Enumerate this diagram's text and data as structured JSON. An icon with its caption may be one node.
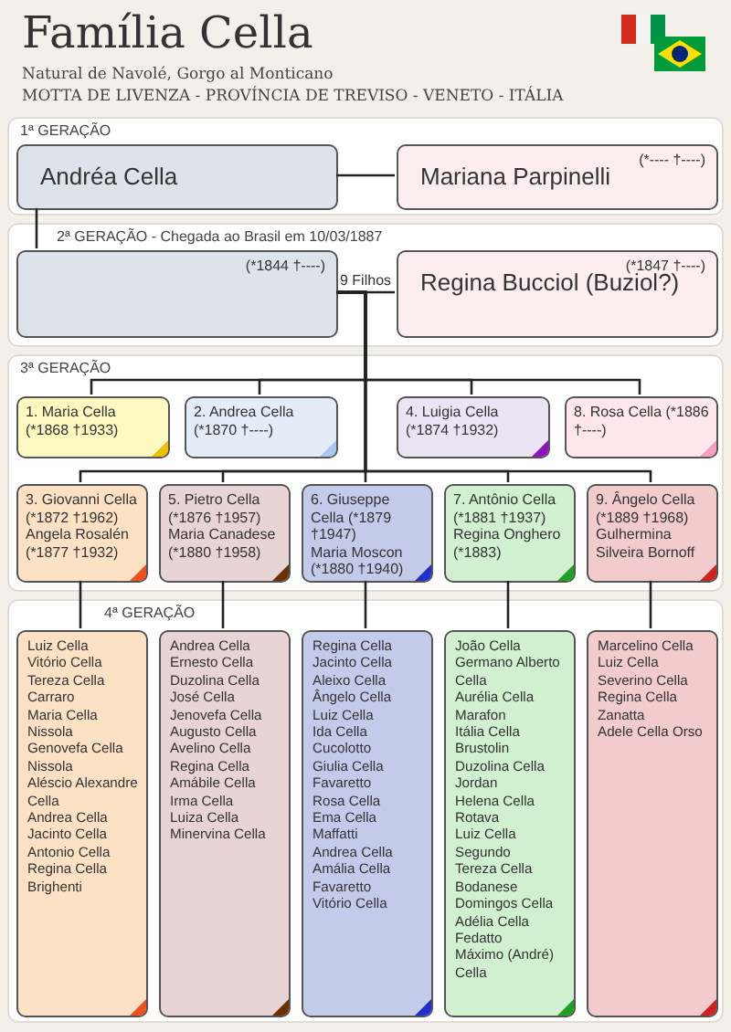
{
  "diagram": {
    "title": "Família Cella",
    "nodes": [
      {
        "text": [
          "1ª GERAÇÃO"
        ]
      },
      {
        "text": [
          "Andréa Cella"
        ],
        "in": 0
      },
      {
        "text": [
          "(*---- †----)",
          "Mariana Parpinelli"
        ],
        "in": 0
      },
      {
        "text": [
          "2ª GERAÇÃO - Chegada ao Brasil em 10/03/1887"
        ]
      },
      {
        "text": [
          "(*1844 †----)"
        ],
        "in": 3
      },
      {
        "text": [
          "(*1847 †----)",
          "Regina Bucciol (Buziol?)"
        ],
        "in": 3
      },
      {
        "text": [
          "3ª GERAÇÃO"
        ]
      },
      {
        "text": [
          "1. Maria Cella (*1868 †1933)"
        ],
        "in": 6
      },
      {
        "text": [
          "2. Andrea Cella (*1870 †----)"
        ],
        "in": 6
      },
      {
        "text": [
          "4. Luigia Cella (*1874 †1932)"
        ],
        "in": 6
      },
      {
        "text": [
          "8. Rosa Cella (*1886 †----)"
        ],
        "in": 6
      },
      {
        "text": [
          "3. Giovanni Cella (*1872 †1962)",
          "Angela Rosalén (*1877 †1932)"
        ],
        "in": 6
      },
      {
        "text": [
          "5. Pietro Cella (*1876 †1957)",
          "Maria Canadese (*1880 †1958)"
        ],
        "in": 6
      },
      {
        "text": [
          "6. Giuseppe Cella (*1879 †1947)",
          "Maria Moscon (*1880 †1940)"
        ],
        "in": 6
      },
      {
        "text": [
          "7. Antônio Cella (*1881 †1937)",
          "Regina Onghero (*1883)"
        ],
        "in": 6
      },
      {
        "text": [
          "9. Ângelo Cella (*1889 †1968)",
          "Gulhermina Silveira Bornoff"
        ],
        "in": 6
      },
      {
        "text": [
          "4ª GERAÇÃO"
        ]
      },
      {
        "text": [
          "Luiz Cella",
          "Vitório Cella",
          "Tereza Cella Carraro",
          "Maria Cella Nissola",
          "Genovefa Cella Nissola",
          "Aléscio Alexandre Cella",
          "Andrea Cella",
          "Jacinto Cella",
          "Antonio Cella",
          "Regina Cella Brighenti"
        ],
        "in": 16
      },
      {
        "text": [
          "Andrea Cella",
          "Ernesto Cella",
          "Duzolina Cella",
          "José Cella",
          "Jenovefa Cella",
          "Augusto Cella",
          "Avelino Cella",
          "Regina Cella",
          "Amábile Cella",
          "Irma Cella",
          "Luiza Cella",
          "Minervina Cella"
        ],
        "in": 16
      },
      {
        "text": [
          "Regina Cella",
          "Jacinto Cella",
          "Aleixo Cella",
          "Ângelo Cella",
          "Luiz Cella",
          "Ida Cella Cucolotto",
          "Giulia Cella Favaretto",
          "Rosa Cella",
          "Ema Cella Maffatti",
          "Andrea Cella",
          "Amália Cella Favaretto",
          "Vitório Cella"
        ],
        "in": 16
      },
      {
        "text": [
          "João Cella",
          "Germano Alberto Cella",
          "Aurélia Cella Marafon",
          "Itália Cella Brustolin",
          "Duzolina Cella Jordan",
          "Helena Cella Rotava",
          "Luiz Cella Segundo",
          "Tereza Cella Bodanese",
          "Domingos Cella",
          "Adélia Cella Fedatto",
          "Máximo (André) Cella"
        ],
        "in": 16
      },
      {
        "text": [
          "Marcelino Cella",
          "Luiz Cella",
          "Severino Cella",
          "Regina Cella Zanatta",
          "Adele Cella Orso"
        ],
        "in": 16
      }
    ],
    "edges": [
      {
        "from": 1,
        "to": 2,
        "arrow": "none"
      },
      {
        "from": 1,
        "to": 4,
        "arrow": "none"
      },
      {
        "from": 4,
        "to": 5,
        "label": "9 Filhos",
        "arrow": "none"
      },
      {
        "from": 4,
        "to": 7,
        "arrow": "none"
      },
      {
        "from": 4,
        "to": 8,
        "arrow": "none"
      },
      {
        "from": 4,
        "to": 9,
        "arrow": "none"
      },
      {
        "from": 4,
        "to": 10,
        "arrow": "none"
      },
      {
        "from": 4,
        "to": 11,
        "arrow": "none"
      },
      {
        "from": 4,
        "to": 12,
        "arrow": "none"
      },
      {
        "from": 4,
        "to": 13,
        "arrow": "none"
      },
      {
        "from": 4,
        "to": 14,
        "arrow": "none"
      },
      {
        "from": 4,
        "to": 15,
        "arrow": "none"
      },
      {
        "from": 11,
        "to": 17,
        "arrow": "none"
      },
      {
        "from": 12,
        "to": 18,
        "arrow": "none"
      },
      {
        "from": 13,
        "to": 19,
        "arrow": "none"
      },
      {
        "from": 14,
        "to": 20,
        "arrow": "none"
      },
      {
        "from": 15,
        "to": 21,
        "arrow": "none"
      }
    ],
    "labels": [
      "Natural de Navolé, Gorgo al Monticano",
      "MOTTA DE LIVENZA - PROVÍNCIA DE TREVISO - VENETO - ITÁLIA"
    ]
  }
}
